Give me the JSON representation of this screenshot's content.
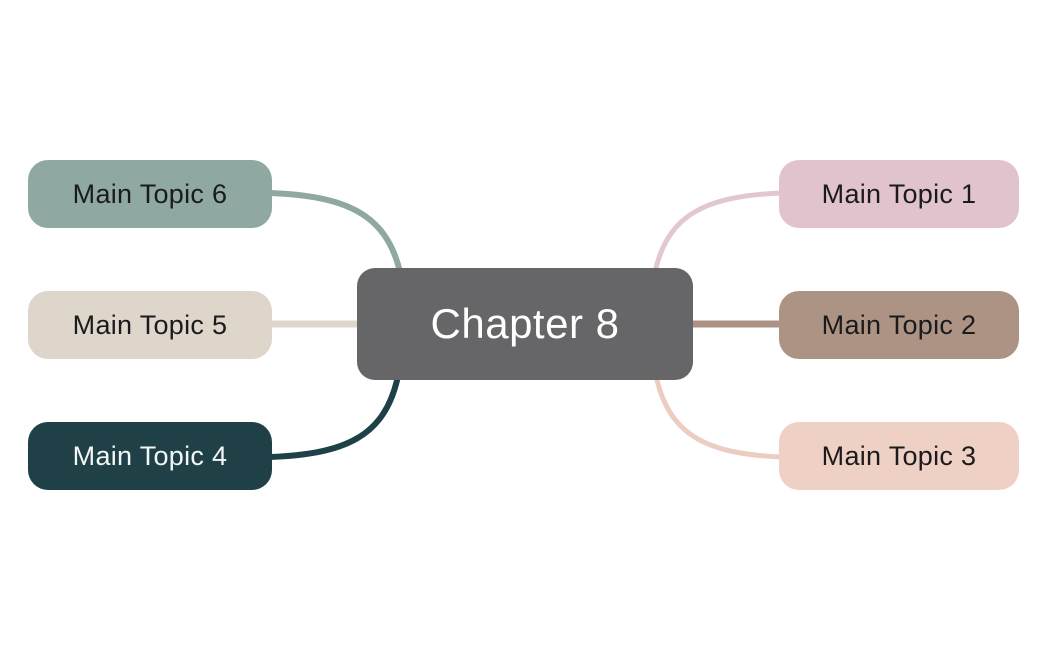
{
  "diagram": {
    "type": "mindmap",
    "background_color": "#ffffff",
    "center": {
      "label": "Chapter 8",
      "fill": "#666668",
      "text_color": "#ffffff"
    },
    "topics": [
      {
        "label": "Main Topic 1",
        "side": "right",
        "position": "top",
        "fill": "#e0c3cc",
        "connector_color": "#e3c7d0",
        "connector_shape": "curve",
        "text_color": "#1b1b1d"
      },
      {
        "label": "Main Topic 2",
        "side": "right",
        "position": "middle",
        "fill": "#ad9384",
        "connector_color": "#ad9384",
        "connector_shape": "straight",
        "text_color": "#1b1b1d"
      },
      {
        "label": "Main Topic 3",
        "side": "right",
        "position": "bottom",
        "fill": "#efd0c4",
        "connector_color": "#eccdc1",
        "connector_shape": "curve",
        "text_color": "#1b1b1d"
      },
      {
        "label": "Main Topic 4",
        "side": "left",
        "position": "bottom",
        "fill": "#1f4047",
        "connector_color": "#1e4148",
        "connector_shape": "curve",
        "text_color": "#f4f6f6"
      },
      {
        "label": "Main Topic 5",
        "side": "left",
        "position": "middle",
        "fill": "#ded5cb",
        "connector_color": "#ded5cb",
        "connector_shape": "straight",
        "text_color": "#1b1b1d"
      },
      {
        "label": "Main Topic 6",
        "side": "left",
        "position": "top",
        "fill": "#8fa9a2",
        "connector_color": "#8fa9a2",
        "connector_shape": "curve",
        "text_color": "#1b1b1d"
      }
    ]
  }
}
